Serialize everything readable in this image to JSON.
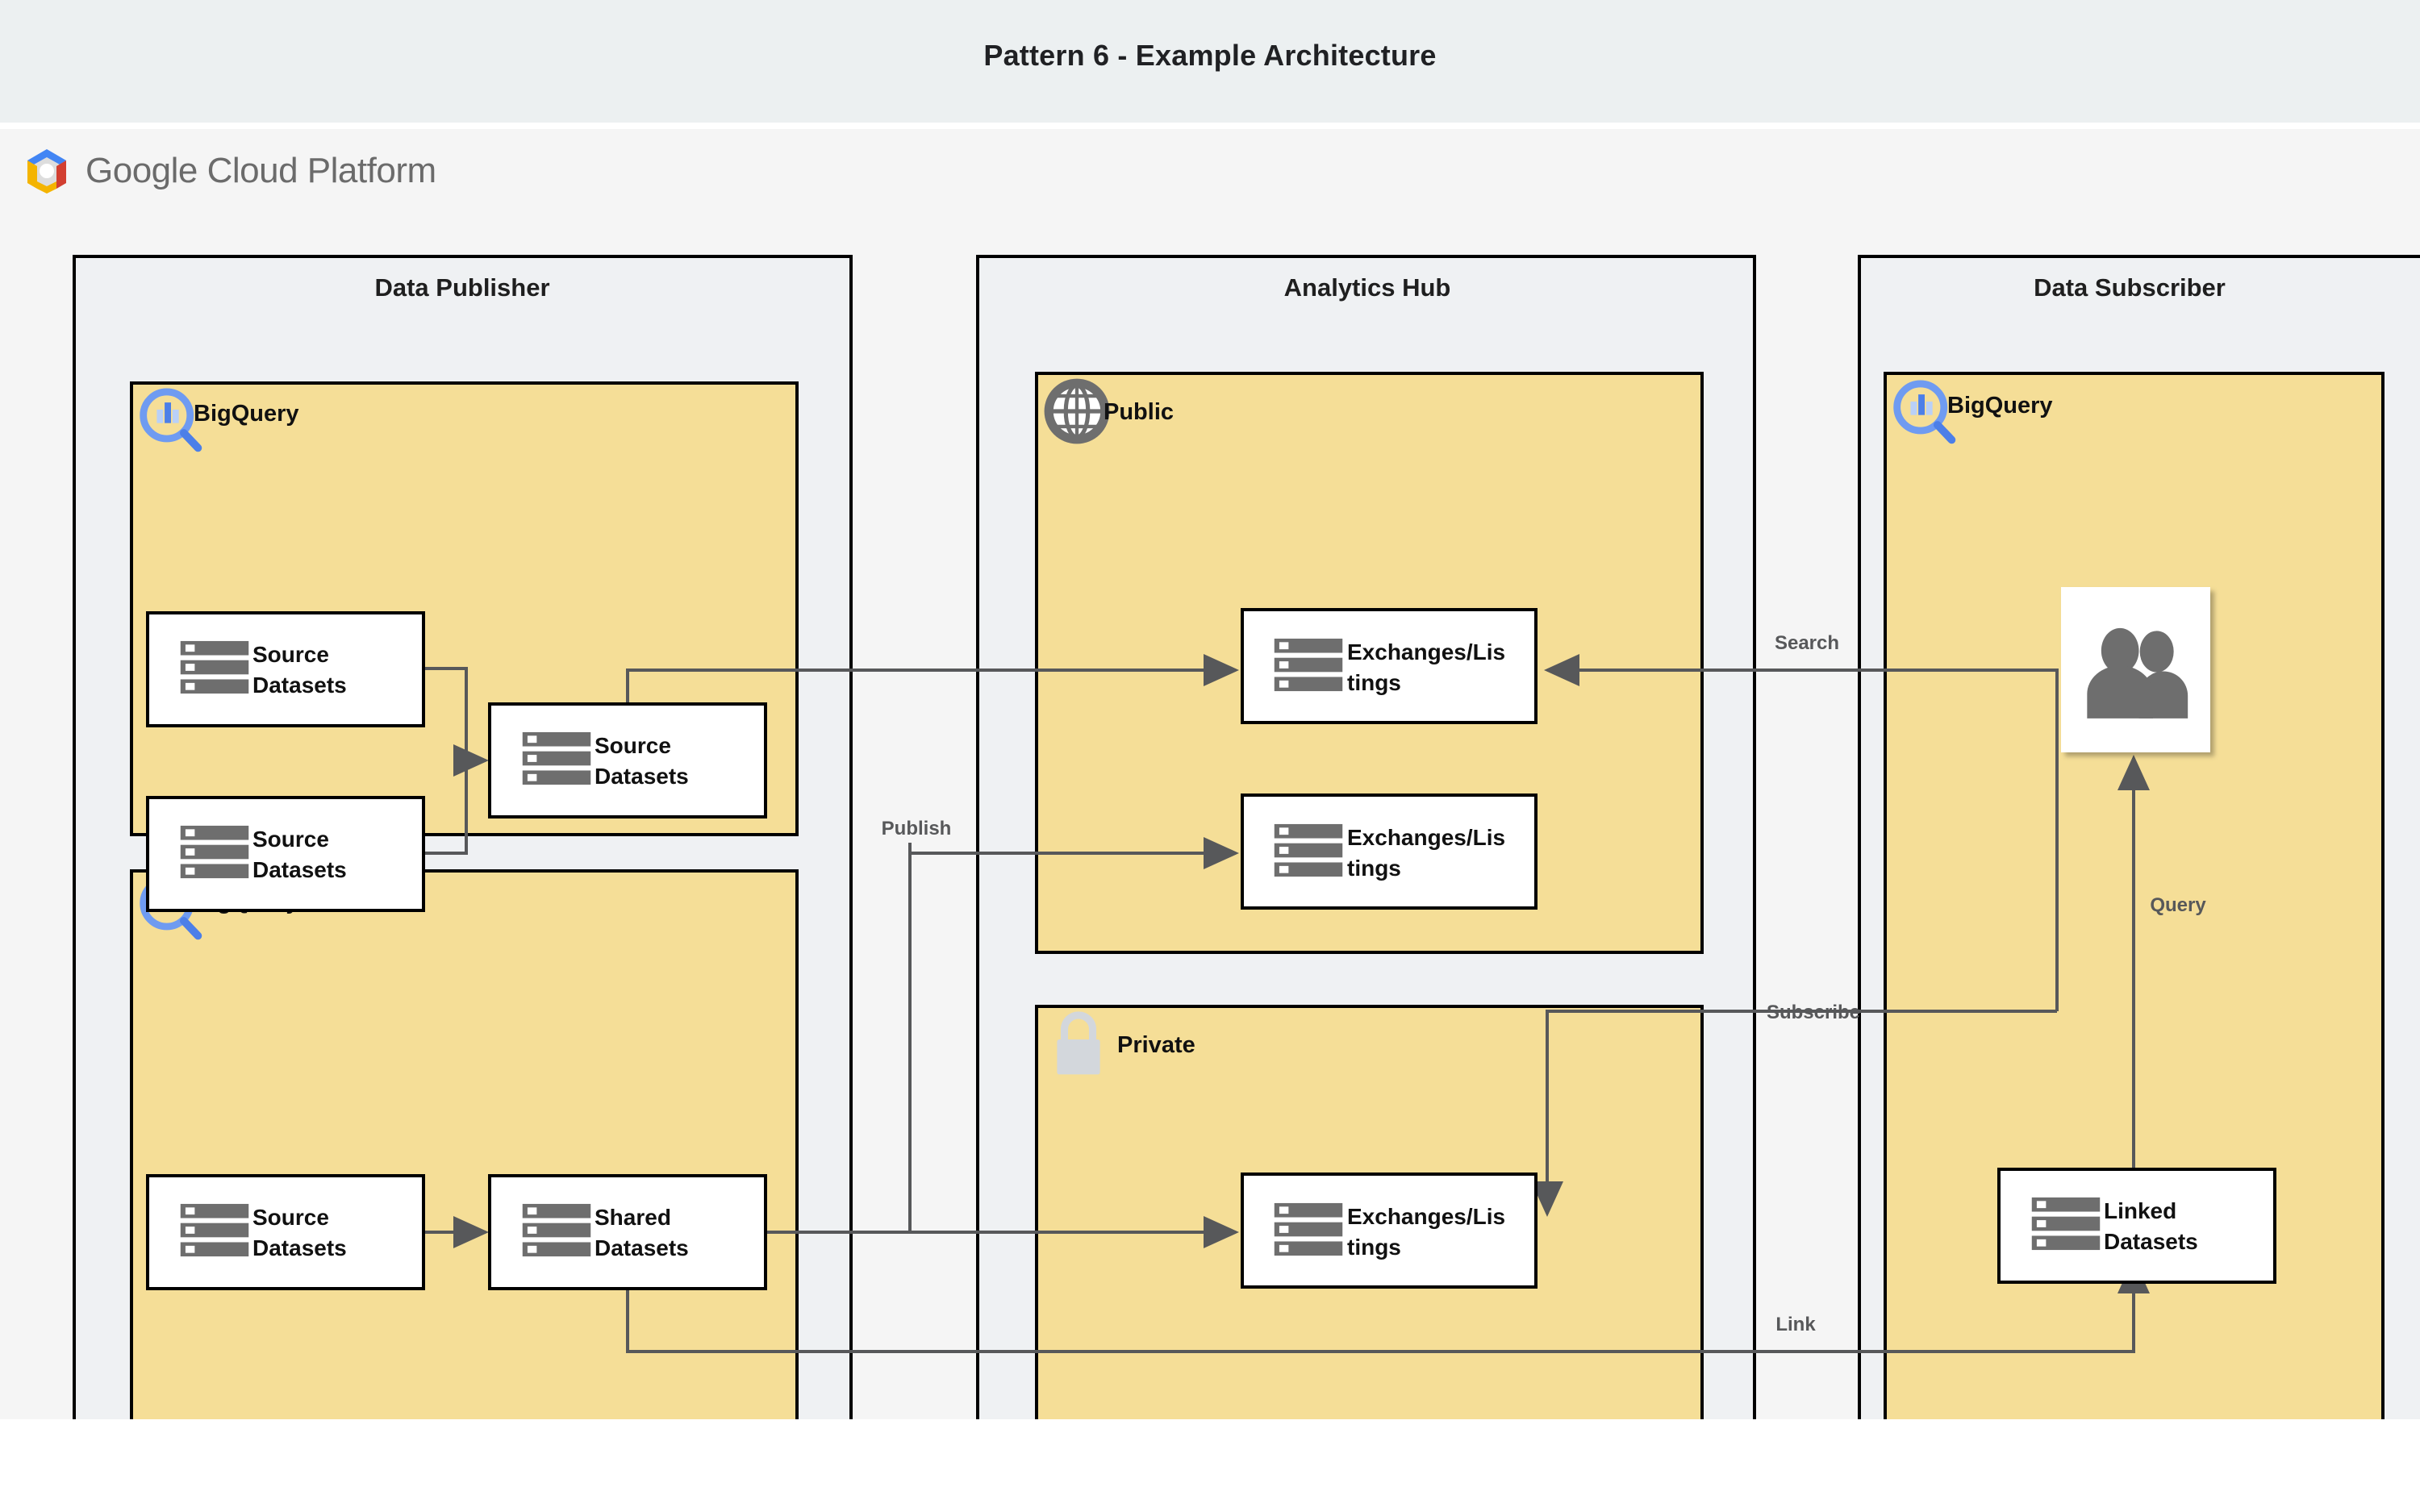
{
  "page": {
    "title": "Pattern 6 - Example Architecture",
    "platform_logo_text_regular": "Google",
    "platform_logo_text_light": " Cloud Platform",
    "background_color": "#f5f5f5",
    "title_band_color": "#ecf0f1"
  },
  "colors": {
    "lane_fill": "#eff1f3",
    "group_fill": "#f5de97",
    "node_fill": "#ffffff",
    "border": "#000000",
    "edge_stroke": "#57585a",
    "icon_blue": "#5b8def",
    "icon_gray": "#6e6e6e",
    "lock_gray": "#d3d7dc"
  },
  "lanes": [
    {
      "id": "data-publisher",
      "title": "Data Publisher",
      "icon": null
    },
    {
      "id": "analytics-hub",
      "title": "Analytics Hub",
      "icon": "share-network-icon"
    },
    {
      "id": "data-subscriber",
      "title": "Data Subscriber",
      "icon": null
    }
  ],
  "groups": [
    {
      "id": "publisher-bigquery-top",
      "label": "BigQuery",
      "icon": "bigquery-icon",
      "lane": "data-publisher"
    },
    {
      "id": "publisher-bigquery-bottom",
      "label": "BigQuery",
      "icon": "bigquery-icon",
      "lane": "data-publisher"
    },
    {
      "id": "hub-public",
      "label": "Public",
      "icon": "globe-icon",
      "lane": "analytics-hub"
    },
    {
      "id": "hub-private",
      "label": "Private",
      "icon": "lock-icon",
      "lane": "analytics-hub"
    },
    {
      "id": "subscriber-bigquery",
      "label": "BigQuery",
      "icon": "bigquery-icon",
      "lane": "data-subscriber"
    }
  ],
  "nodes": [
    {
      "id": "src-ds-1",
      "line1": "Source",
      "line2": "Datasets",
      "icon": "dataset-icon",
      "group": "publisher-bigquery-top"
    },
    {
      "id": "src-ds-2",
      "line1": "Source",
      "line2": "Datasets",
      "icon": "dataset-icon",
      "group": "publisher-bigquery-top"
    },
    {
      "id": "src-ds-3",
      "line1": "Source",
      "line2": "Datasets",
      "icon": "dataset-icon",
      "group": "publisher-bigquery-top"
    },
    {
      "id": "src-ds-4",
      "line1": "Source",
      "line2": "Datasets",
      "icon": "dataset-icon",
      "group": "publisher-bigquery-bottom"
    },
    {
      "id": "shared-ds",
      "line1": "Shared",
      "line2": "Datasets",
      "icon": "dataset-icon",
      "group": "publisher-bigquery-bottom"
    },
    {
      "id": "exch-1",
      "line1": "Exchanges/Lis",
      "line2": "tings",
      "icon": "dataset-icon",
      "group": "hub-public"
    },
    {
      "id": "exch-2",
      "line1": "Exchanges/Lis",
      "line2": "tings",
      "icon": "dataset-icon",
      "group": "hub-public"
    },
    {
      "id": "exch-3",
      "line1": "Exchanges/Lis",
      "line2": "tings",
      "icon": "dataset-icon",
      "group": "hub-private"
    },
    {
      "id": "users",
      "line1": "",
      "line2": "",
      "icon": "users-icon",
      "group": "subscriber-bigquery"
    },
    {
      "id": "linked-ds",
      "line1": "Linked",
      "line2": "Datasets",
      "icon": "dataset-icon",
      "group": "subscriber-bigquery"
    }
  ],
  "edges": [
    {
      "id": "edge-publish",
      "label": "Publish"
    },
    {
      "id": "edge-search",
      "label": "Search"
    },
    {
      "id": "edge-subscribe",
      "label": "Subscribe"
    },
    {
      "id": "edge-query",
      "label": "Query"
    },
    {
      "id": "edge-link",
      "label": "Link"
    }
  ]
}
